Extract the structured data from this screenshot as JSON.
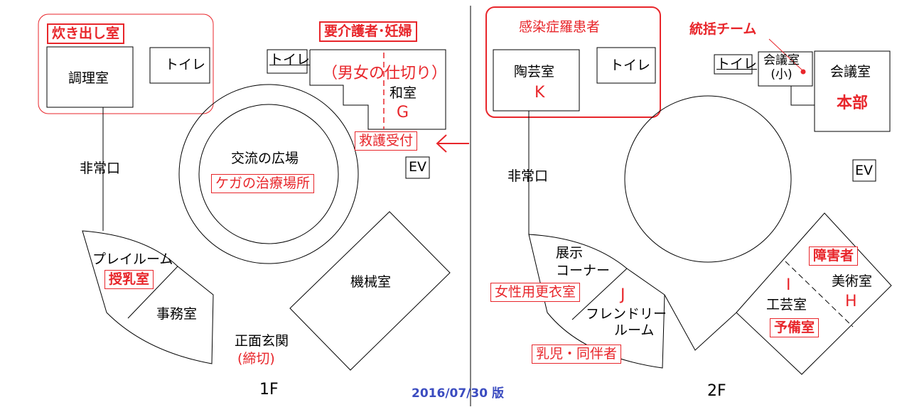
{
  "labels": {
    "kitchen_area": "炊き出し室",
    "cooking_room": "調理室",
    "toilet": "トイレ",
    "care_pregnant": "要介護者･妊婦",
    "partition": "（男女の仕切り）",
    "japanese_room": "和室",
    "letter_g": "G",
    "rescue_reception": "救護受付",
    "ev": "EV",
    "exchange_plaza": "交流の広場",
    "injury_treatment": "ケガの治療場所",
    "emergency_exit": "非常口",
    "playroom": "プレイルーム",
    "nursing_room": "授乳室",
    "office": "事務室",
    "machine_room": "機械室",
    "main_entrance": "正面玄関",
    "closed": "(締切)",
    "floor_1f": "1F",
    "infectious": "感染症羅患者",
    "pottery_room": "陶芸室",
    "letter_k": "K",
    "control_team": "統括チーム",
    "meeting_small_1": "会議室",
    "meeting_small_2": "(小)",
    "meeting_room": "会議室",
    "headquarters": "本部",
    "exhibit_1": "展示",
    "exhibit_2": "コーナー",
    "women_changing": "女性用更衣室",
    "letter_j": "J",
    "friendly_1": "フレンドリー",
    "friendly_2": "ルーム",
    "infant_companion": "乳児・同伴者",
    "disabled": "障害者",
    "letter_i": "I",
    "art_room": "美術室",
    "craft_room": "工芸室",
    "letter_h": "H",
    "reserve_room": "予備室",
    "floor_2f": "2F",
    "version": "2016/07/30 版"
  },
  "colors": {
    "accent_red": "#e8262b",
    "version_blue": "#3b4cc0",
    "line": "#000000"
  }
}
